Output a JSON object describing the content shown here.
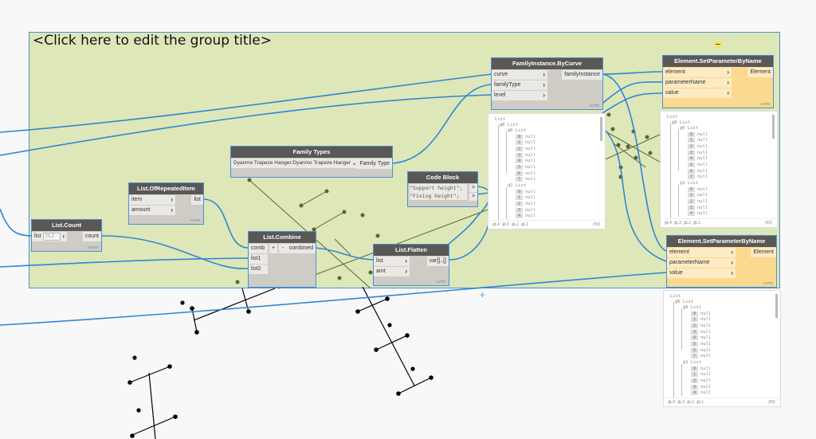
{
  "group": {
    "title": "<Click here to edit the group title>",
    "background": "#dde7b8",
    "border": "#4a90d9"
  },
  "colors": {
    "wire": "#2f86d6",
    "node_header": "#5a5856",
    "node_body": "#cfccc6",
    "node_selected_body": "#fbd98e",
    "geometry": "#000000",
    "geometry_preview": "#4b5a1f"
  },
  "nodes": {
    "list_count": {
      "title": "List.Count",
      "inputs": [
        "list"
      ],
      "input_default": "l?L2",
      "outputs": [
        "count"
      ],
      "lacing": "AUTO"
    },
    "list_of_repeated_item": {
      "title": "List.OfRepeatedItem",
      "inputs": [
        "item",
        "amount"
      ],
      "outputs": [
        "list"
      ],
      "lacing": "AUTO"
    },
    "family_types": {
      "title": "Family Types",
      "selected": "Dyanmo Trapeze Hanger:Dyanmo Trapeze Hanger",
      "dropdown_arrow": "⌄",
      "output": "Family Type"
    },
    "code_block": {
      "title": "Code Block",
      "lines": [
        "\"Support height\";",
        "\"Fixing height\";"
      ],
      "outputs": [
        ">",
        ">"
      ]
    },
    "list_combine": {
      "title": "List.Combine",
      "inputs": [
        "comb",
        "list1",
        "list2"
      ],
      "add_label": "+",
      "remove_label": "-",
      "outputs": [
        "combined"
      ]
    },
    "list_flatten": {
      "title": "List.Flatten",
      "inputs": [
        "list",
        "amt"
      ],
      "outputs": [
        "var[]..[]"
      ],
      "lacing": "AUTO"
    },
    "family_instance_by_curve": {
      "title": "FamilyInstance.ByCurve",
      "inputs": [
        "curve",
        "familyType",
        "level"
      ],
      "outputs": [
        "familyInstance"
      ],
      "lacing": "AUTO"
    },
    "set_param_1": {
      "title": "Element.SetParameterByName",
      "inputs": [
        "element",
        "parameterName",
        "value"
      ],
      "outputs": [
        "Element"
      ],
      "lacing": "AUTO"
    },
    "set_param_2": {
      "title": "Element.SetParameterByName",
      "inputs": [
        "element",
        "parameterName",
        "value"
      ],
      "outputs": [
        "Element"
      ],
      "lacing": "AUTO"
    }
  },
  "previews": {
    "family_instance": {
      "root": "List",
      "l1": "@0 List",
      "l2a": "@0 List",
      "items_a": [
        [
          "0",
          "null"
        ],
        [
          "1",
          "null"
        ],
        [
          "2",
          "null"
        ],
        [
          "3",
          "null"
        ],
        [
          "4",
          "null"
        ],
        [
          "5",
          "null"
        ],
        [
          "6",
          "null"
        ],
        [
          "7",
          "null"
        ]
      ],
      "l2b": "@1 List",
      "items_b": [
        [
          "0",
          "null"
        ],
        [
          "1",
          "null"
        ],
        [
          "2",
          "null"
        ],
        [
          "3",
          "null"
        ],
        [
          "4",
          "null"
        ]
      ],
      "footer_levels": "@L4 @L3 @L2 @L1",
      "count": "{65}"
    },
    "set_param_1": {
      "root": "List",
      "l1": "@0 List",
      "l2a": "@0 List",
      "items_a": [
        [
          "0",
          "null"
        ],
        [
          "1",
          "null"
        ],
        [
          "2",
          "null"
        ],
        [
          "3",
          "null"
        ],
        [
          "4",
          "null"
        ],
        [
          "5",
          "null"
        ],
        [
          "6",
          "null"
        ],
        [
          "7",
          "null"
        ]
      ],
      "l2b": "@1 List",
      "items_b": [
        [
          "0",
          "null"
        ],
        [
          "1",
          "null"
        ],
        [
          "2",
          "null"
        ],
        [
          "3",
          "null"
        ],
        [
          "4",
          "null"
        ]
      ],
      "footer_levels": "@L4 @L3 @L2 @L1",
      "count": "{65}"
    },
    "set_param_2": {
      "root": "List",
      "l1": "@0 List",
      "l2a": "@0 List",
      "items_a": [
        [
          "0",
          "null"
        ],
        [
          "1",
          "null"
        ],
        [
          "2",
          "null"
        ],
        [
          "3",
          "null"
        ],
        [
          "4",
          "null"
        ],
        [
          "5",
          "null"
        ],
        [
          "6",
          "null"
        ],
        [
          "7",
          "null"
        ]
      ],
      "l2b": "@1 List",
      "items_b": [
        [
          "0",
          "null"
        ],
        [
          "1",
          "null"
        ],
        [
          "2",
          "null"
        ],
        [
          "3",
          "null"
        ],
        [
          "4",
          "null"
        ]
      ],
      "footer_levels": "@L4 @L3 @L2 @L1",
      "count": "{65}"
    }
  }
}
